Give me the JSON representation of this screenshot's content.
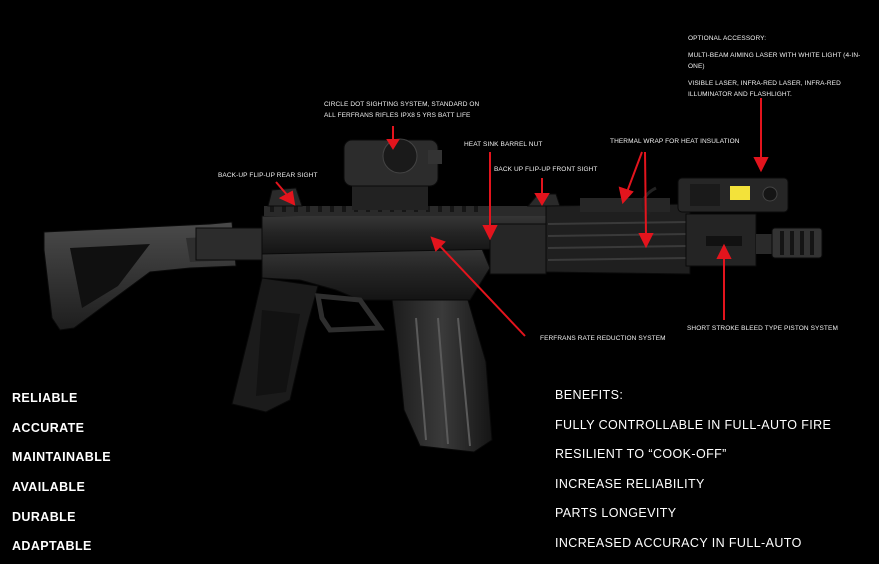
{
  "callouts": {
    "optional_accessory": "OPTIONAL ACCESSORY:",
    "aiming_laser": "MULTI-BEAM AIMING LASER WITH WHITE LIGHT (4-IN-ONE)",
    "laser_details": "VISIBLE LASER, INFRA-RED LASER, INFRA-RED ILLUMINATOR AND FLASHLIGHT.",
    "sight_line1": "CIRCLE DOT SIGHTING SYSTEM, STANDARD ON",
    "sight_line2": "ALL FERFRANS RIFLES IPX8 5 YRS BATT LIFE",
    "thermal_wrap": "THERMAL WRAP FOR HEAT INSULATION",
    "heat_sink": "HEAT SINK BARREL NUT",
    "front_sight": "BACK UP FLIP-UP FRONT SIGHT",
    "rear_sight": "BACK-UP FLIP-UP REAR SIGHT",
    "rate_reduction": "FERFRANS RATE REDUCTION SYSTEM",
    "piston_system": "SHORT STROKE BLEED TYPE PISTON SYSTEM"
  },
  "traits": [
    "RELIABLE",
    "ACCURATE",
    "MAINTAINABLE",
    "AVAILABLE",
    "DURABLE",
    "ADAPTABLE"
  ],
  "benefits_title": "BENEFITS:",
  "benefits": [
    "FULLY CONTROLLABLE IN FULL-AUTO FIRE",
    "RESILIENT TO “COOK-OFF”",
    "INCREASE RELIABILITY",
    "PARTS LONGEVITY",
    "INCREASED ACCURACY IN FULL-AUTO"
  ],
  "colors": {
    "background": "#000000",
    "arrow": "#e3141d",
    "text": "#ffffff",
    "laser_window": "#f3e23a"
  }
}
